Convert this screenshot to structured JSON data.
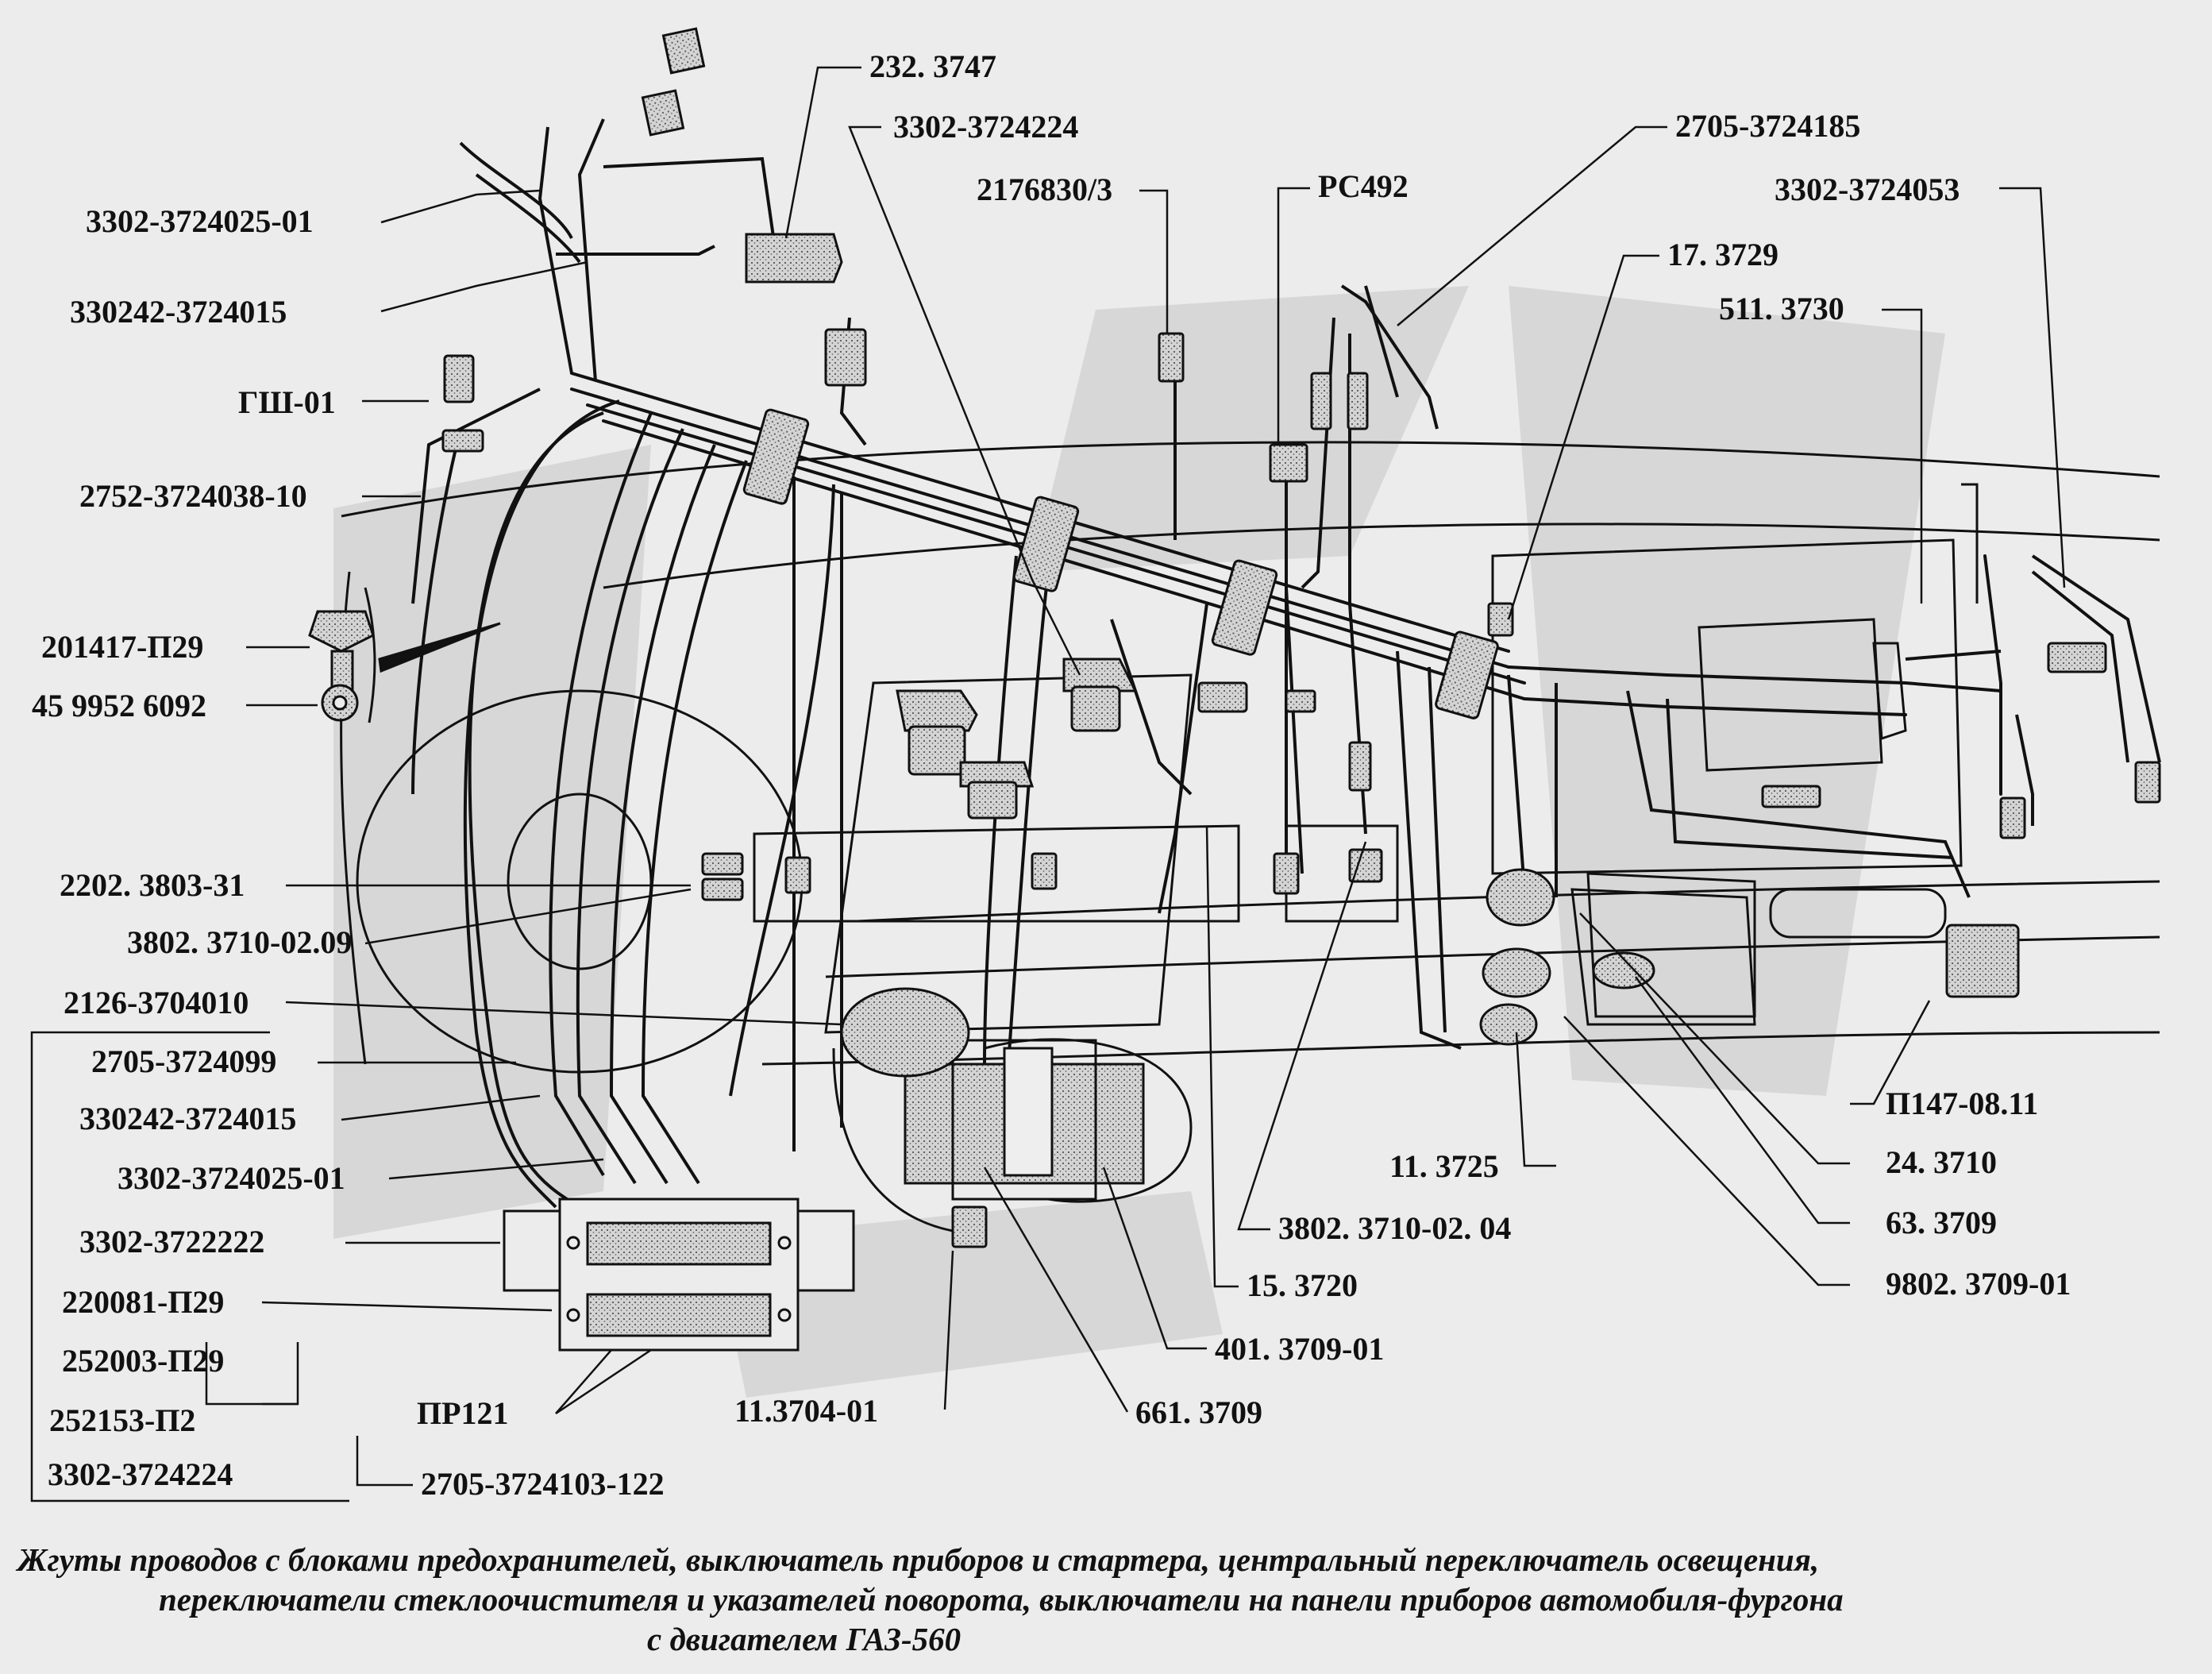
{
  "labels": {
    "l_232_3747": "232. 3747",
    "l_3302_3724224_top": "3302-3724224",
    "l_2176830_3": "2176830/3",
    "l_pc492": "РС492",
    "l_2705_3724185": "2705-3724185",
    "l_17_3729": "17. 3729",
    "l_3302_3724053": "3302-3724053",
    "l_511_3730": "511. 3730",
    "l_3302_3724025_01_top": "3302-3724025-01",
    "l_330242_3724015_top": "330242-3724015",
    "l_gsh_01": "ГШ-01",
    "l_2752_3724038_10": "2752-3724038-10",
    "l_201417_p29": "201417-П29",
    "l_45_9952_6092": "45 9952 6092",
    "l_2202_3803_31": "2202. 3803-31",
    "l_3802_3710_02_09": "3802. 3710-02.09",
    "l_2126_3704010": "2126-3704010",
    "l_2705_3724099": "2705-3724099",
    "l_330242_3724015_bot": "330242-3724015",
    "l_3302_3724025_01_bot": "3302-3724025-01",
    "l_3302_3722222": "3302-3722222",
    "l_220081_p29": "220081-П29",
    "l_252003_p29": "252003-П29",
    "l_252153_p2": "252153-П2",
    "l_pr121": "ПР121",
    "l_11_3704_01": "11.3704-01",
    "l_3302_3724224_bot": "3302-3724224",
    "l_2705_3724103_122": "2705-3724103-122",
    "l_661_3709": "661. 3709",
    "l_401_3709_01": "401. 3709-01",
    "l_15_3720": "15. 3720",
    "l_3802_3710_02_04": "3802. 3710-02. 04",
    "l_11_3725": "11. 3725",
    "l_p147_08_11": "П147-08.11",
    "l_24_3710": "24. 3710",
    "l_63_3709": "63. 3709",
    "l_9802_3709_01": "9802. 3709-01"
  },
  "caption": {
    "line1": "Жгуты проводов  с блоками предохранителей, выключатель приборов и стартера, центральный переключатель освещения,",
    "line2": "переключатели стеклоочистителя и указателей поворота, выключатели на панели приборов автомобиля-фургона",
    "line3": "с двигателем  ГАЗ-560"
  },
  "colors": {
    "ink": "#111111",
    "paper": "#ececec",
    "watermark": "#d6d6d6",
    "stipple": "#bdbdbd"
  }
}
